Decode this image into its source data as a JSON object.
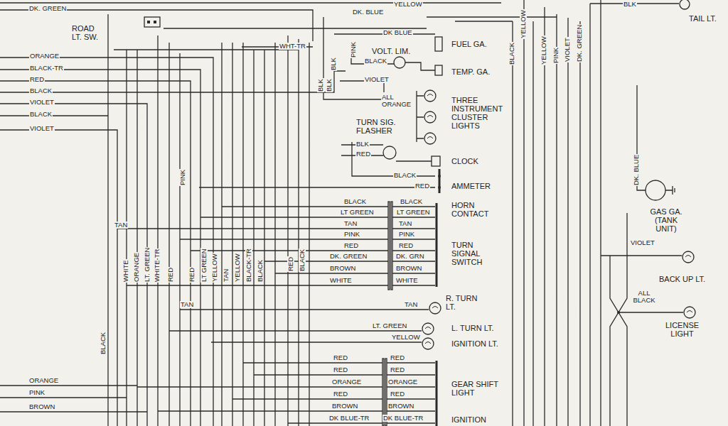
{
  "diagram": {
    "labels": [
      "DK. GREEN",
      "ROAD LT. SW.",
      "YELLOW",
      "DK. BLUE",
      "BLK",
      "TAIL LT.",
      "ORANGE",
      "BLACK-TR",
      "RED",
      "BLACK",
      "VIOLET",
      "BLACK",
      "VIOLET",
      "WHT-TR",
      "DK BLUE",
      "FUEL GA.",
      "PINK",
      "BLK",
      "VOLT. LIM.",
      "BLACK",
      "TEMP. GA.",
      "VIOLET",
      "BLK",
      "BLK",
      "ALL ORANGE",
      "THREE INSTRUMENT CLUSTER LIGHTS",
      "TURN SIG. FLASHER",
      "BLK",
      "RED",
      "CLOCK",
      "BLACK",
      "RED",
      "AMMETER",
      "PINK",
      "BLACK",
      "BLACK",
      "HORN CONTACT",
      "LT GREEN",
      "LT GREEN",
      "TAN",
      "TAN",
      "TAN",
      "PINK",
      "PINK",
      "RED",
      "RED",
      "TURN SIGNAL SWITCH",
      "DK. GREEN",
      "DK. GRN",
      "BROWN",
      "BROWN",
      "WHITE",
      "WHITE",
      "WHITE",
      "ORANGE",
      "LT. GREEN",
      "WHITE-TR",
      "RED",
      "RED",
      "LT GREEN",
      "YELLOW",
      "TAN",
      "YELLOW",
      "BLACK-TR",
      "BLACK",
      "RED",
      "BLACK",
      "TAN",
      "R. TURN LT.",
      "TAN",
      "LT. GREEN",
      "L. TURN LT.",
      "BLACK",
      "YELLOW",
      "IGNITION LT.",
      "RED",
      "RED",
      "RED",
      "RED",
      "ORANGE",
      "ORANGE",
      "ORANGE",
      "GEAR SHIFT LIGHT",
      "PINK",
      "RED",
      "RED",
      "BROWN",
      "BROWN",
      "BROWN",
      "DK BLUE-TR",
      "DK BLUE-TR",
      "IGNITION",
      "BLACK",
      "YELLOW",
      "YELLOW",
      "PINK",
      "VIOLET",
      "DK. GREEN",
      "DK. BLUE",
      "GAS GA. (TANK UNIT)",
      "VIOLET",
      "BACK UP LT.",
      "ALL BLACK",
      "LICENSE LIGHT"
    ]
  }
}
